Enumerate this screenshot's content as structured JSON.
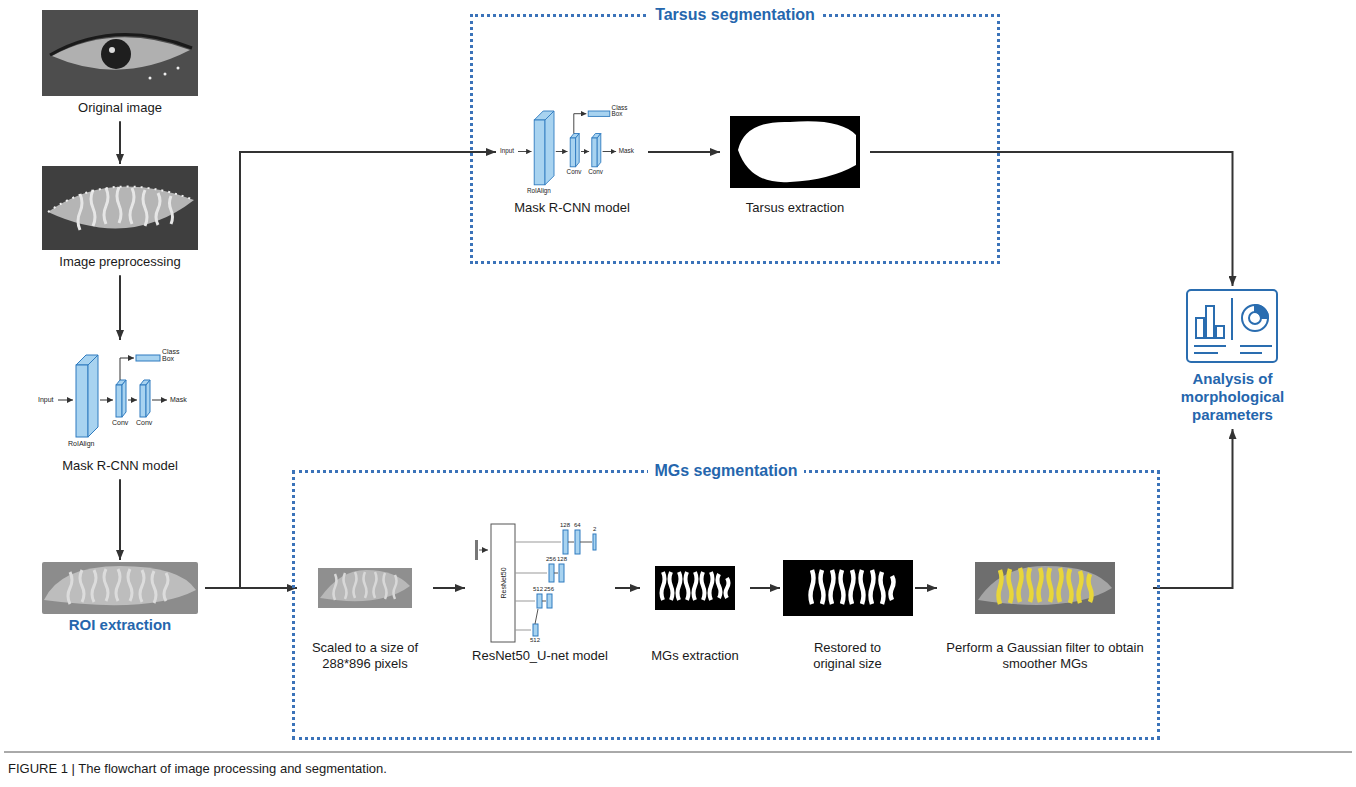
{
  "diagram": {
    "caption": "FIGURE 1 | The flowchart of image processing and segmentation.",
    "nodes": [
      {
        "text": [
          "Original image"
        ]
      },
      {
        "text": [
          "Image preprocessing"
        ]
      },
      {
        "text": [
          "Mask R-CNN model"
        ]
      },
      {
        "text": [
          "ROI extraction"
        ]
      },
      {
        "text": [
          "Tarsus segmentation"
        ]
      },
      {
        "text": [
          "Mask R-CNN model"
        ],
        "in": 4
      },
      {
        "text": [
          "Tarsus extraction"
        ],
        "in": 4
      },
      {
        "text": [
          "Analysis of morphological parameters"
        ]
      },
      {
        "text": [
          "MGs segmentation"
        ]
      },
      {
        "text": [
          "Scaled to a size of 288*896 pixels"
        ],
        "in": 8
      },
      {
        "text": [
          "ResNet50_U-net model"
        ],
        "in": 8
      },
      {
        "text": [
          "MGs extraction"
        ],
        "in": 8
      },
      {
        "text": [
          "Restored to original size"
        ],
        "in": 8
      },
      {
        "text": [
          "Perform a Gaussian filter to obtain smoother MGs"
        ],
        "in": 8
      }
    ],
    "edges": [
      {
        "from": 0,
        "to": 1,
        "arrow": "to"
      },
      {
        "from": 1,
        "to": 2,
        "arrow": "to"
      },
      {
        "from": 2,
        "to": 3,
        "arrow": "to"
      },
      {
        "from": 3,
        "to": 5,
        "arrow": "to"
      },
      {
        "from": 5,
        "to": 6,
        "arrow": "to"
      },
      {
        "from": 6,
        "to": 7,
        "arrow": "to"
      },
      {
        "from": 3,
        "to": 9,
        "arrow": "to"
      },
      {
        "from": 9,
        "to": 10,
        "arrow": "to"
      },
      {
        "from": 10,
        "to": 11,
        "arrow": "to"
      },
      {
        "from": 11,
        "to": 12,
        "arrow": "to"
      },
      {
        "from": 12,
        "to": 13,
        "arrow": "to"
      },
      {
        "from": 13,
        "to": 7,
        "arrow": "to"
      }
    ],
    "labels": [
      "Class",
      "Box",
      "Input",
      "RoIAlign",
      "Conv",
      "Conv",
      "Mask",
      "Class",
      "Box",
      "Input",
      "RoIAlign",
      "Conv",
      "Conv",
      "Mask",
      "ResNet50",
      "128",
      "64",
      "2",
      "256",
      "128",
      "512",
      "256",
      "512"
    ]
  }
}
